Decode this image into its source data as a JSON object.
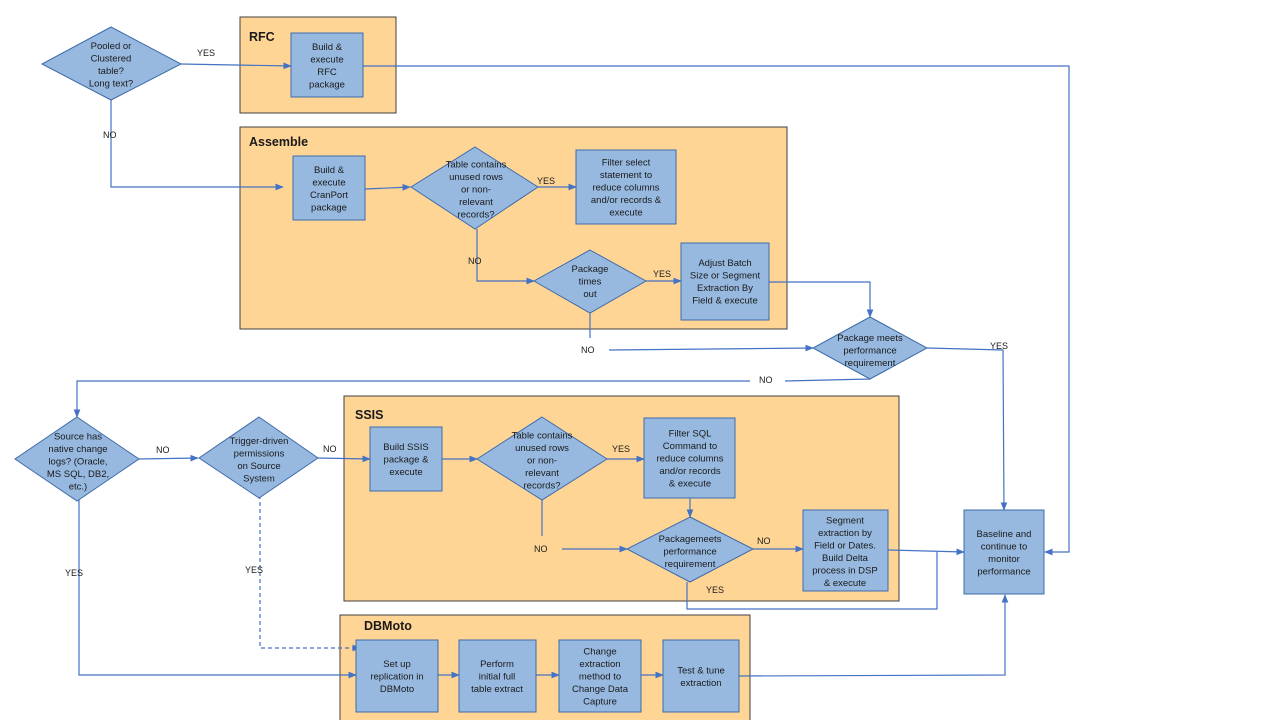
{
  "panels": {
    "rfc": "RFC",
    "assemble": "Assemble",
    "ssis": "SSIS",
    "dbmoto": "DBMoto"
  },
  "nodes": {
    "pooled_or_clustered": [
      "Pooled or",
      "Clustered",
      "table?",
      "Long text?"
    ],
    "build_rfc": [
      "Build &",
      "execute",
      "RFC",
      "package"
    ],
    "build_cranport": [
      "Build &",
      "execute",
      "CranPort",
      "package"
    ],
    "table_unused_assemble": [
      "Table contains",
      "unused rows",
      "or non-",
      "relevant",
      "records?"
    ],
    "filter_select": [
      "Filter select",
      "statement to",
      "reduce columns",
      "and/or records &",
      "execute"
    ],
    "package_times_out": [
      "Package",
      "times",
      "out"
    ],
    "adjust_batch": [
      "Adjust Batch",
      "Size or Segment",
      "Extraction By",
      "Field & execute"
    ],
    "package_meets_1": [
      "Package meets",
      "performance",
      "requirement"
    ],
    "source_native_logs": [
      "Source has",
      "native change",
      "logs? (Oracle,",
      "MS SQL, DB2,",
      "etc.)"
    ],
    "trigger_driven": [
      "Trigger-driven",
      "permissions",
      "on Source",
      "System"
    ],
    "build_ssis": [
      "Build SSIS",
      "package &",
      "execute"
    ],
    "table_unused_ssis": [
      "Table contains",
      "unused rows",
      "or non-",
      "relevant",
      "records?"
    ],
    "filter_sql": [
      "Filter SQL",
      "Command to",
      "reduce columns",
      "and/or records",
      "& execute"
    ],
    "package_meets_2": [
      "Packagemeets",
      "performance",
      "requirement"
    ],
    "segment_extraction": [
      "Segment",
      "extraction by",
      "Field or Dates.",
      "Build Delta",
      "process in DSP",
      "& execute"
    ],
    "baseline": [
      "Baseline and",
      "continue to",
      "monitor",
      "performance"
    ],
    "setup_replication": [
      "Set up",
      "replication in",
      "DBMoto"
    ],
    "perform_initial": [
      "Perform",
      "initial full",
      "table extract"
    ],
    "change_extraction": [
      "Change",
      "extraction",
      "method to",
      "Change Data",
      "Capture"
    ],
    "test_tune": [
      "Test & tune",
      "extraction"
    ]
  },
  "edge_labels": {
    "yes_rfc": "YES",
    "no_pooled": "NO",
    "yes_assemble_filter": "YES",
    "no_assemble_unused": "NO",
    "yes_times_out": "YES",
    "no_times_out": "NO",
    "yes_meets_1": "YES",
    "no_meets_1": "NO",
    "no_native": "NO",
    "no_trigger": "NO",
    "yes_ssis_filter": "YES",
    "no_ssis_unused": "NO",
    "no_meets_2": "NO",
    "yes_meets_2": "YES",
    "yes_native": "YES",
    "yes_trigger": "YES"
  },
  "colors": {
    "panel_fill": "#FFD596",
    "node_fill": "#97B9E0",
    "node_stroke": "#3F6BA9",
    "connector": "#4472C4"
  }
}
